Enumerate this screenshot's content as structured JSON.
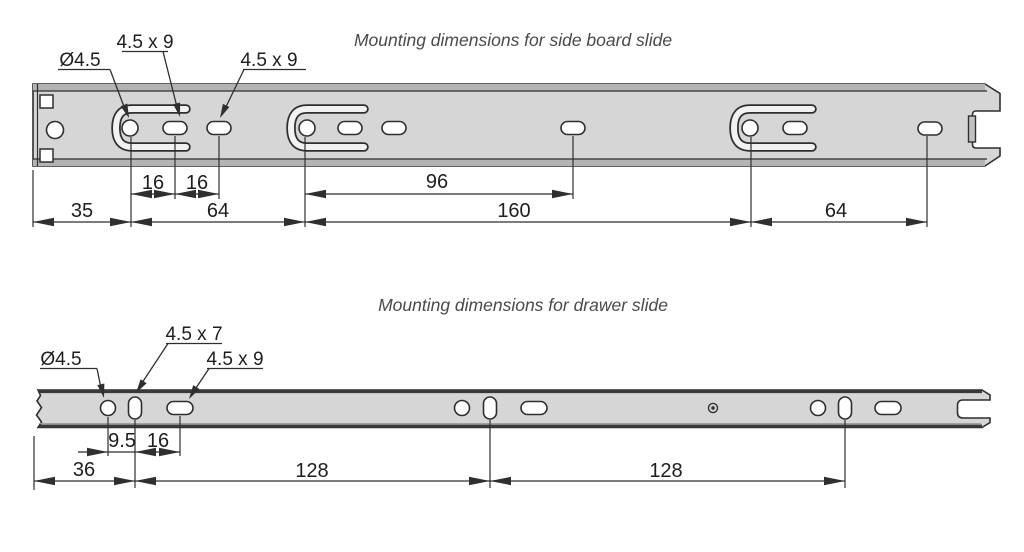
{
  "colors": {
    "background": "#ffffff",
    "line": "#2f2f2f",
    "metal_body": "#d6d6d6",
    "metal_band": "#b3b3b3",
    "hole_fill": "#ffffff",
    "title_text": "#4a4a4a",
    "dimension_text": "#1e1e1e"
  },
  "top_diagram": {
    "title": "Mounting dimensions for side board slide",
    "callouts": {
      "hole_diameter": "Ø4.5",
      "slot_a": "4.5 x 9",
      "slot_b": "4.5 x 9"
    },
    "dimensions": {
      "pitch_16_a": "16",
      "pitch_16_b": "16",
      "span_96": "96",
      "offset_35": "35",
      "span_64_a": "64",
      "span_160": "160",
      "span_64_b": "64"
    }
  },
  "bottom_diagram": {
    "title": "Mounting dimensions for drawer slide",
    "callouts": {
      "hole_diameter": "Ø4.5",
      "slot_vertical": "4.5 x 7",
      "slot_horizontal": "4.5 x 9"
    },
    "dimensions": {
      "offset_9_5": "9.5",
      "pitch_16": "16",
      "offset_36": "36",
      "span_128_a": "128",
      "span_128_b": "128"
    }
  }
}
